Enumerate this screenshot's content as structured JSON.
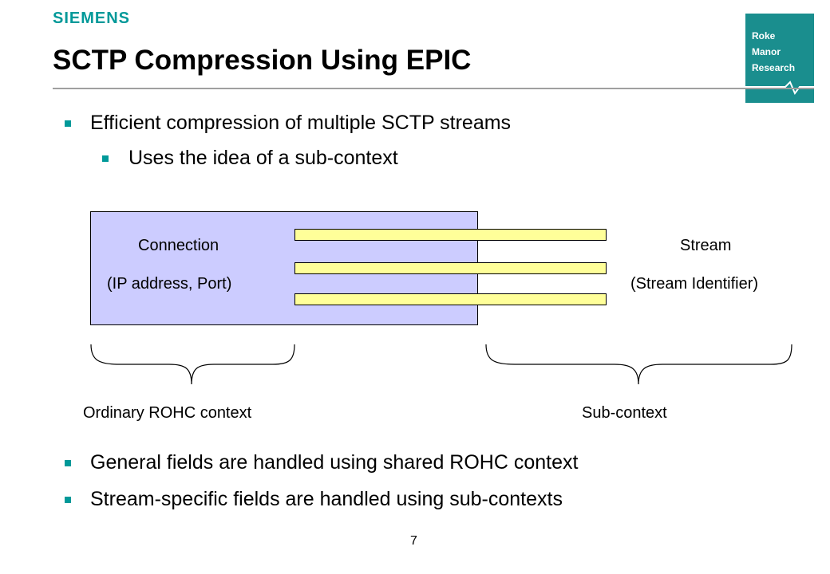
{
  "header": {
    "brand": "SIEMENS",
    "title": "SCTP Compression Using EPIC",
    "logo_lines": [
      "Roke",
      "Manor",
      "Research"
    ]
  },
  "bullets_top": [
    "Efficient compression of multiple SCTP streams",
    "Uses the idea of a sub-context"
  ],
  "diagram": {
    "connection_label": "Connection",
    "connection_sub": "(IP address, Port)",
    "stream_label": "Stream",
    "stream_sub": "(Stream Identifier)",
    "left_brace_label": "Ordinary ROHC context",
    "right_brace_label": "Sub-context",
    "stream_bar_count": 3
  },
  "bullets_bottom": [
    "General fields are handled using shared ROHC context",
    "Stream-specific fields are handled using sub-contexts"
  ],
  "footer": {
    "page_number": "7"
  },
  "colors": {
    "accent": "#009999",
    "logo_bg": "#1a8e8e",
    "connection_fill": "#ccccff",
    "stream_fill": "#ffff99"
  }
}
